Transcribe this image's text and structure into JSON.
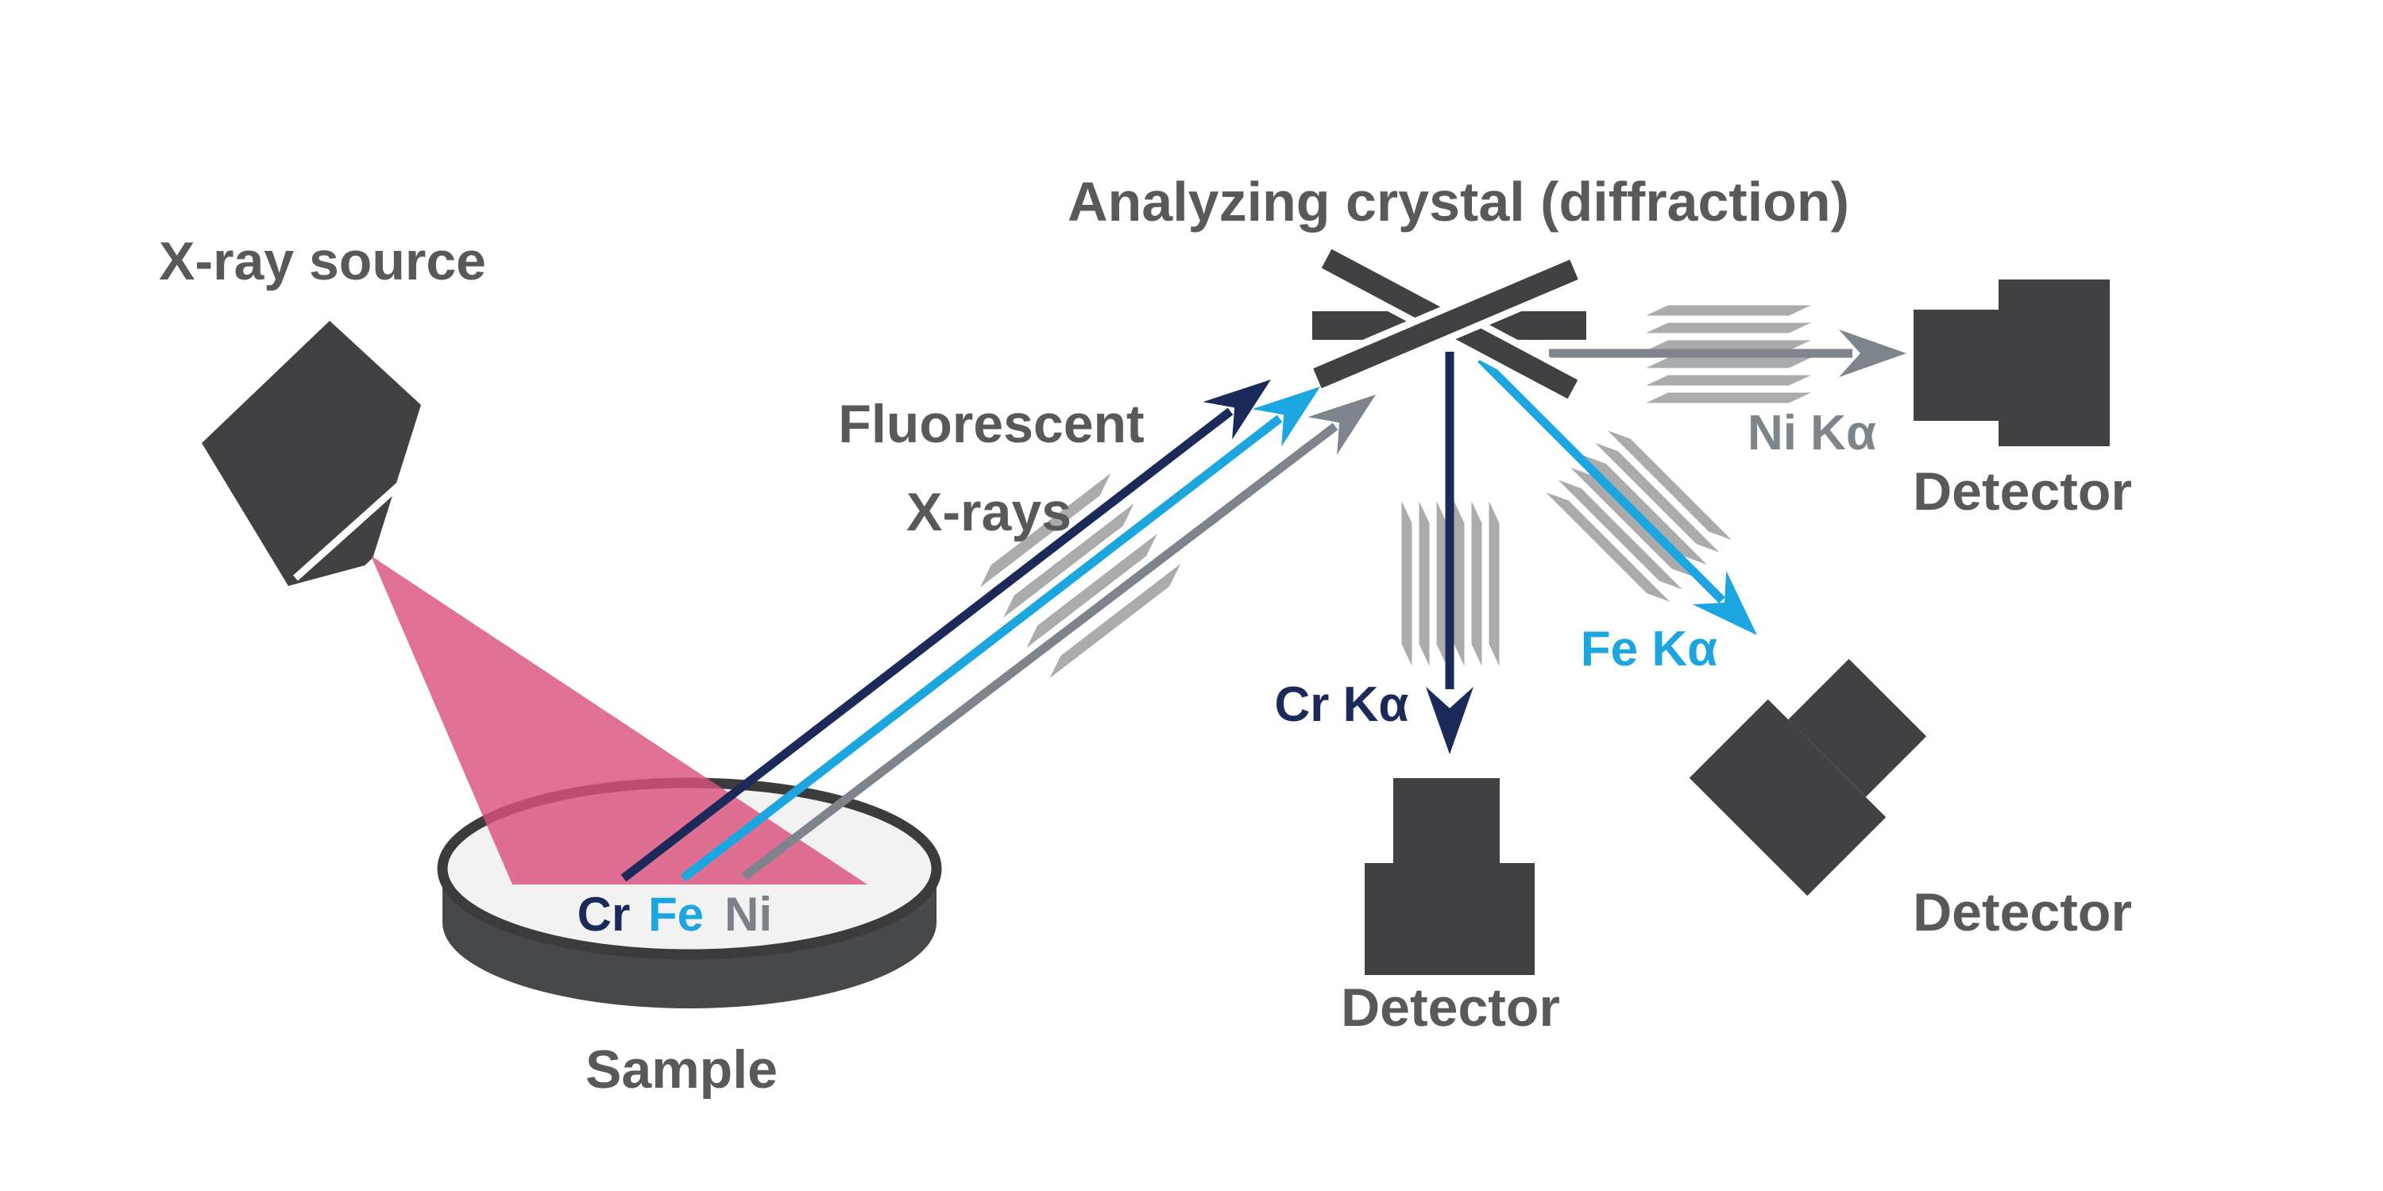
{
  "diagram_title": "Analyzing crystal (diffraction)",
  "labels": {
    "xray_source": "X-ray source",
    "fluorescent_line1": "Fluorescent",
    "fluorescent_line2": "X-rays",
    "sample": "Sample",
    "detector_ni": "Detector",
    "detector_cr": "Detector",
    "detector_fe": "Detector"
  },
  "sample_elements": [
    {
      "symbol": "Cr",
      "color": "#1B2A58"
    },
    {
      "symbol": "Fe",
      "color": "#1CA6E0"
    },
    {
      "symbol": "Ni",
      "color": "#7B8188"
    }
  ],
  "beam_labels": {
    "cr_ka": "Cr Kα",
    "fe_ka": "Fe Kα",
    "ni_ka": "Ni Kα"
  },
  "colors": {
    "dark": "#414042",
    "label_text": "#58595B",
    "navy": "#1B2A58",
    "blue": "#1CA6E0",
    "gray": "#7D848C",
    "slat": "#A9ABAD",
    "pink": "#D9527D",
    "dish_top": "#F2F2F3",
    "dish_wall": "#474849",
    "dish_stroke": "#3B3B3D",
    "white": "#FFFFFF"
  }
}
